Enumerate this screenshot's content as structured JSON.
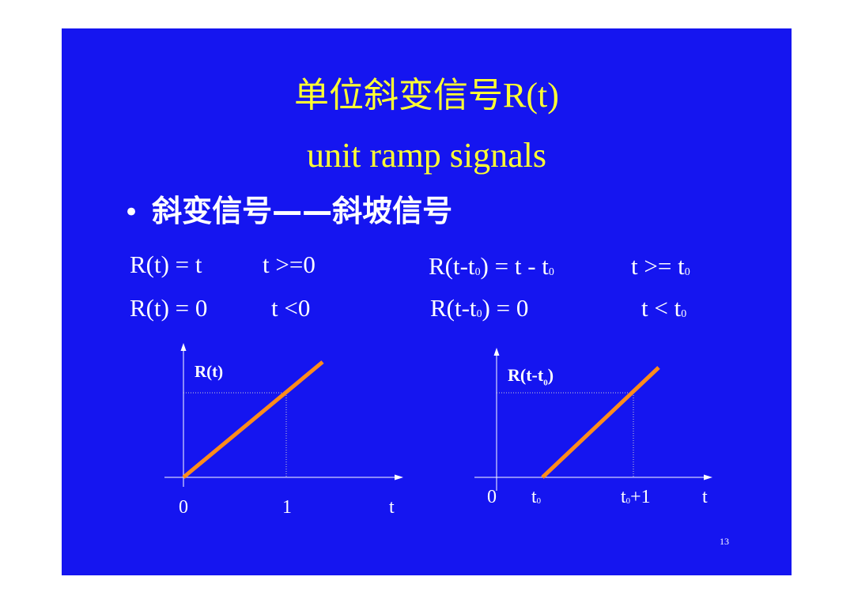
{
  "slide": {
    "background": "#1515f0",
    "title_color": "#ffff33",
    "ramp_color": "#ff8c1a",
    "title_line1": "单位斜变信号R(t)",
    "title_line2": "unit ramp signals",
    "bullet_marker": "•",
    "bullet_text": "斜变信号——斜坡信号",
    "page_number": "13"
  },
  "equations": {
    "left_row1_expr": "R(t) = t",
    "left_row1_cond": "t >=0",
    "left_row2_expr": "R(t) = 0",
    "left_row2_cond": "t <0",
    "right_row1_lhs": "R(t-t",
    "right_row1_sub": "0",
    "right_row1_mid": ") = t - t",
    "right_row1_sub2": "0",
    "right_row1_cond": "t >= t",
    "right_row1_cond_sub": "0",
    "right_row2_lhs": "R(t-t",
    "right_row2_sub": "0",
    "right_row2_mid": ") = 0",
    "right_row2_cond": "t < t",
    "right_row2_cond_sub": "0"
  },
  "graph_left": {
    "label": "R(t)",
    "tick_origin": "0",
    "tick_one": "1",
    "axis_t": "t"
  },
  "graph_right": {
    "label": "R(t-t",
    "label_sub": "0",
    "label_end": ")",
    "tick_origin": "0",
    "tick_t0": "t",
    "tick_t0_sub": "0",
    "tick_t0p1": "t",
    "tick_t0p1_sub": "0",
    "tick_t0p1_end": "+1",
    "axis_t": "t"
  }
}
